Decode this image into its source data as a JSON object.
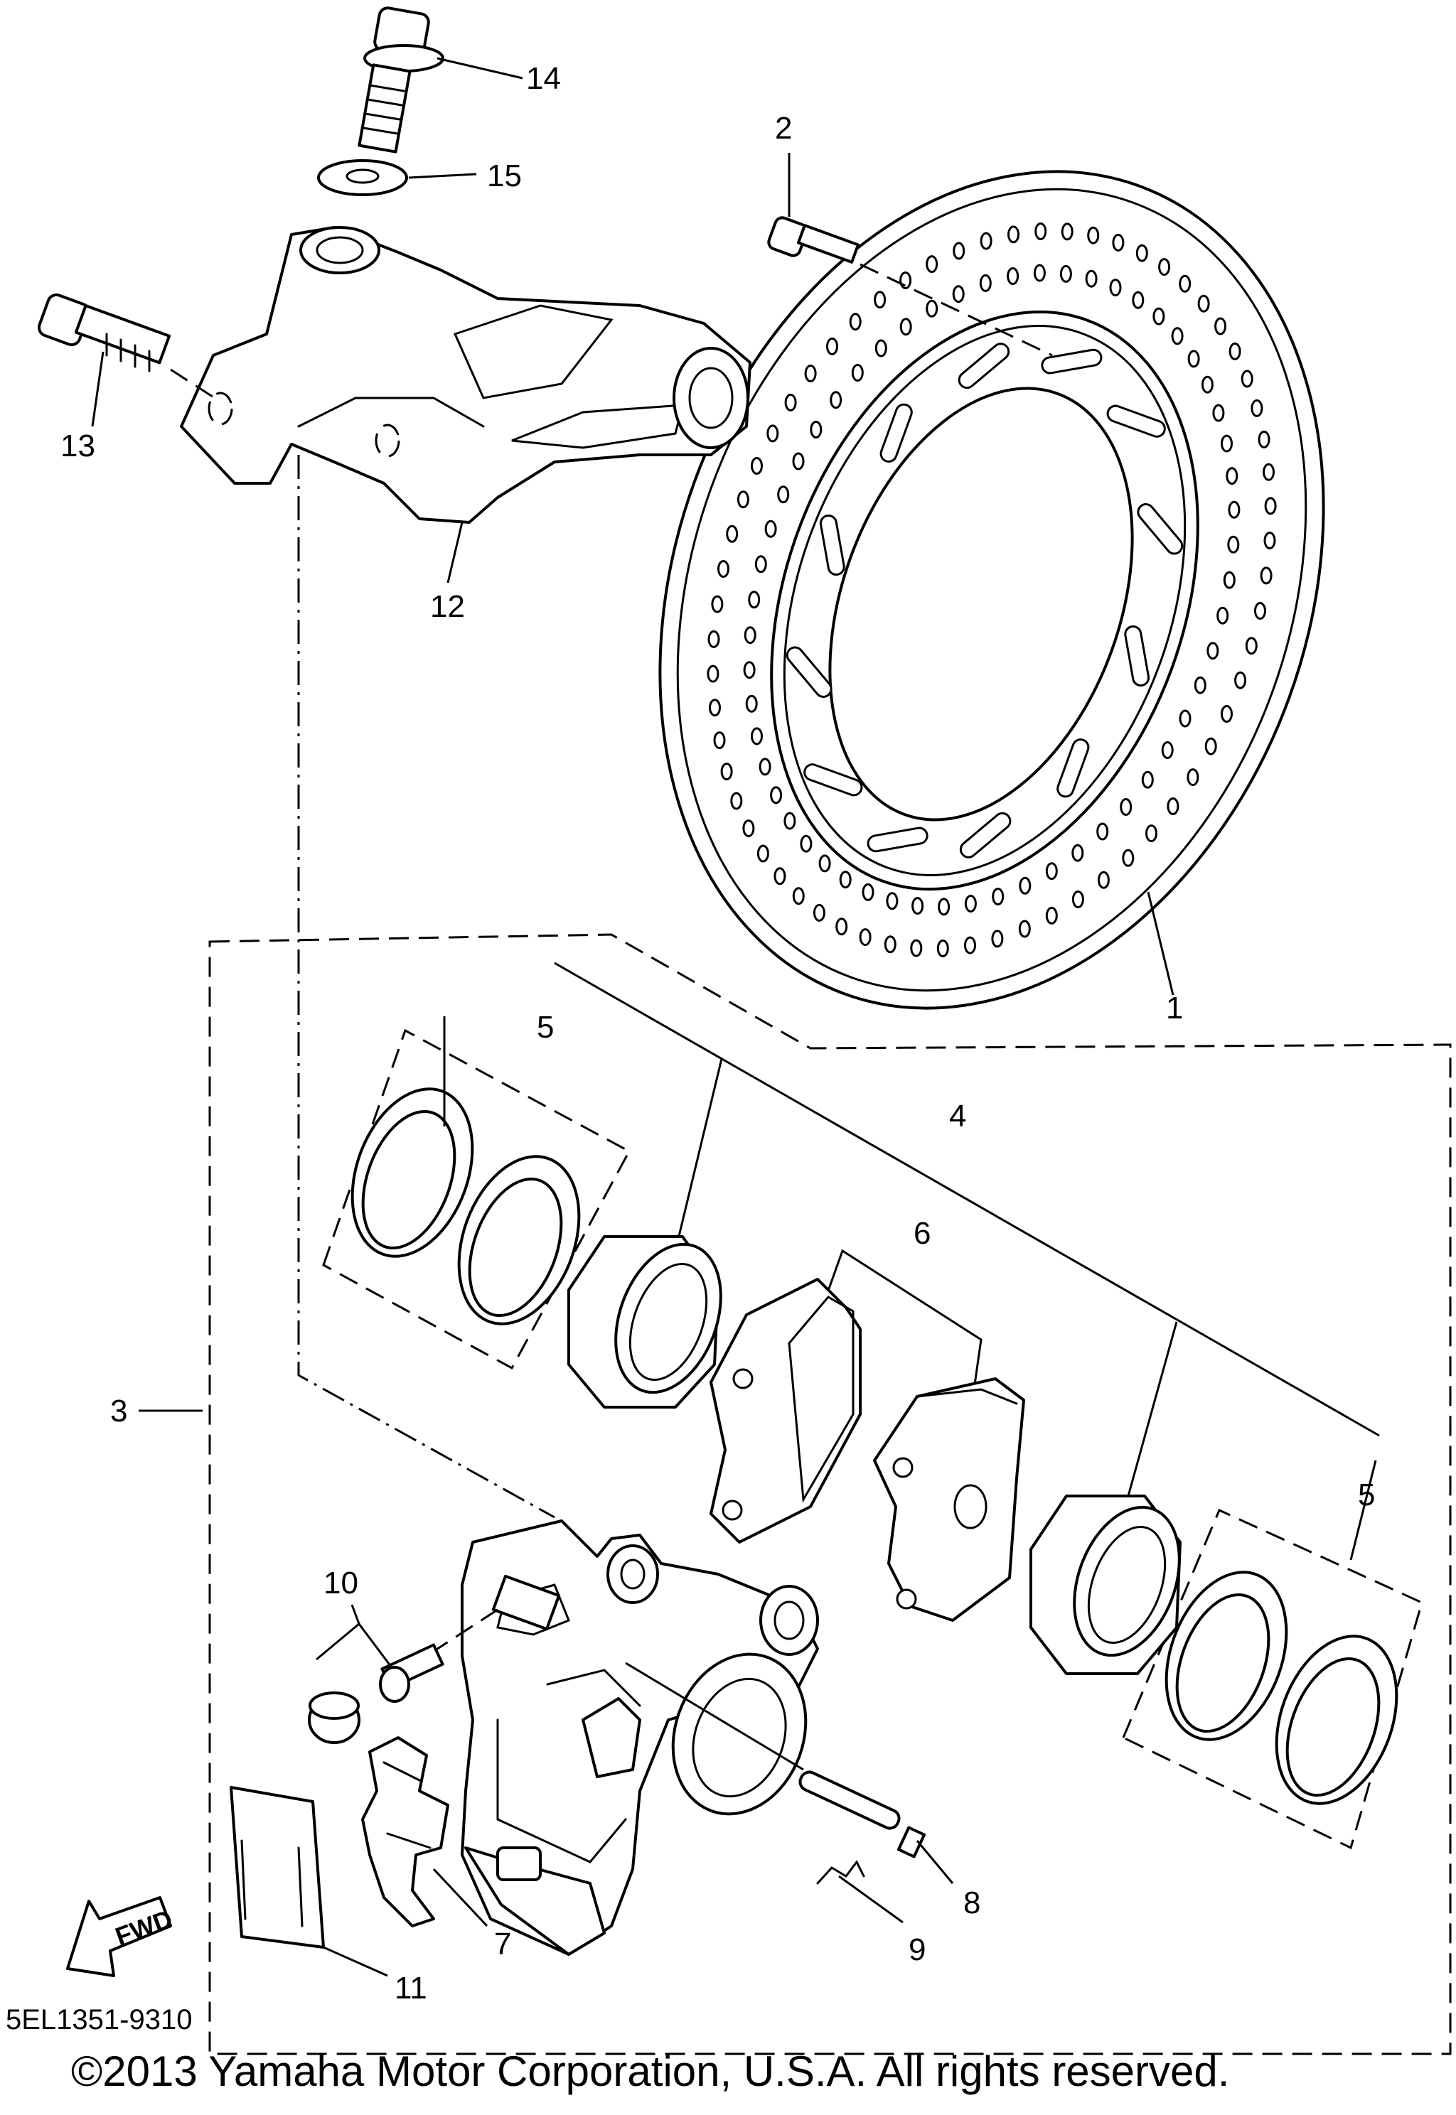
{
  "diagram": {
    "part_numbers": [
      "1",
      "2",
      "3",
      "4",
      "5",
      "5",
      "6",
      "7",
      "8",
      "9",
      "10",
      "11",
      "12",
      "13",
      "14",
      "15"
    ],
    "fwd_label": "FWD",
    "drawing_code": "5EL1351-9310",
    "copyright": "©2013 Yamaha Motor Corporation, U.S.A. All rights reserved."
  }
}
